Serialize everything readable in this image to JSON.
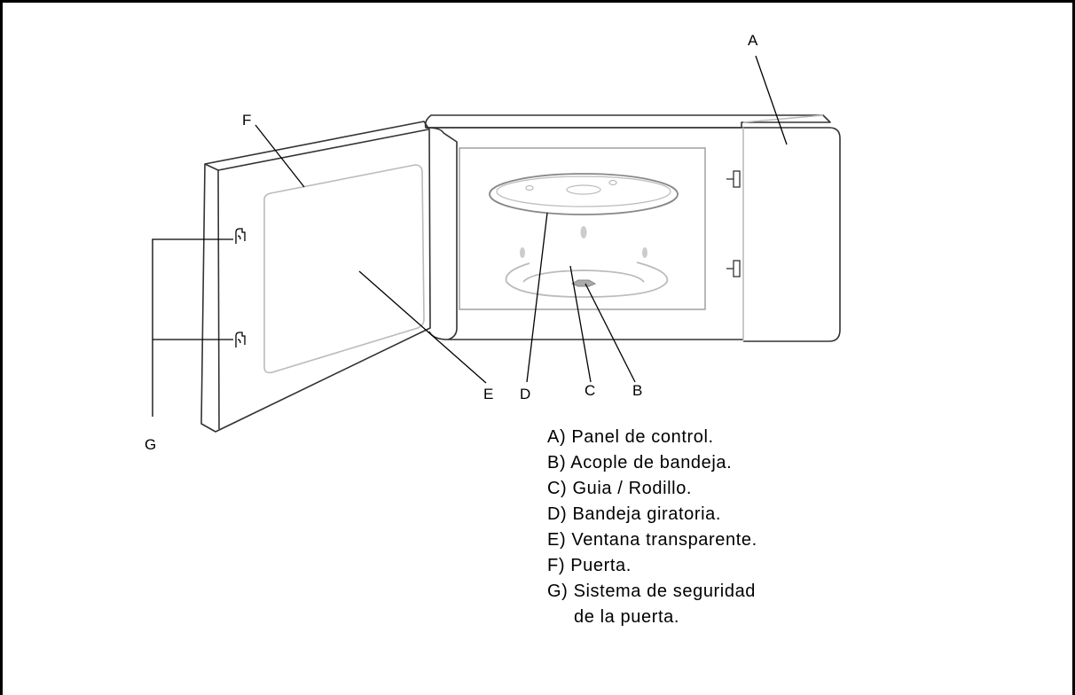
{
  "callouts": {
    "a": "A",
    "b": "B",
    "c": "C",
    "d": "D",
    "e": "E",
    "f": "F",
    "g": "G"
  },
  "legend": [
    "A) Panel de control.",
    "B) Acople de bandeja.",
    "C) Guia / Rodillo.",
    "D) Bandeja giratoria.",
    "E) Ventana transparente.",
    "F) Puerta.",
    "G) Sistema de seguridad",
    "de la puerta."
  ],
  "colors": {
    "outline": "#333333",
    "light_part": "#bbbbbb",
    "leader": "#000000"
  },
  "icons": [
    "door-latch-hook-icon",
    "door-latch-hook-icon"
  ]
}
